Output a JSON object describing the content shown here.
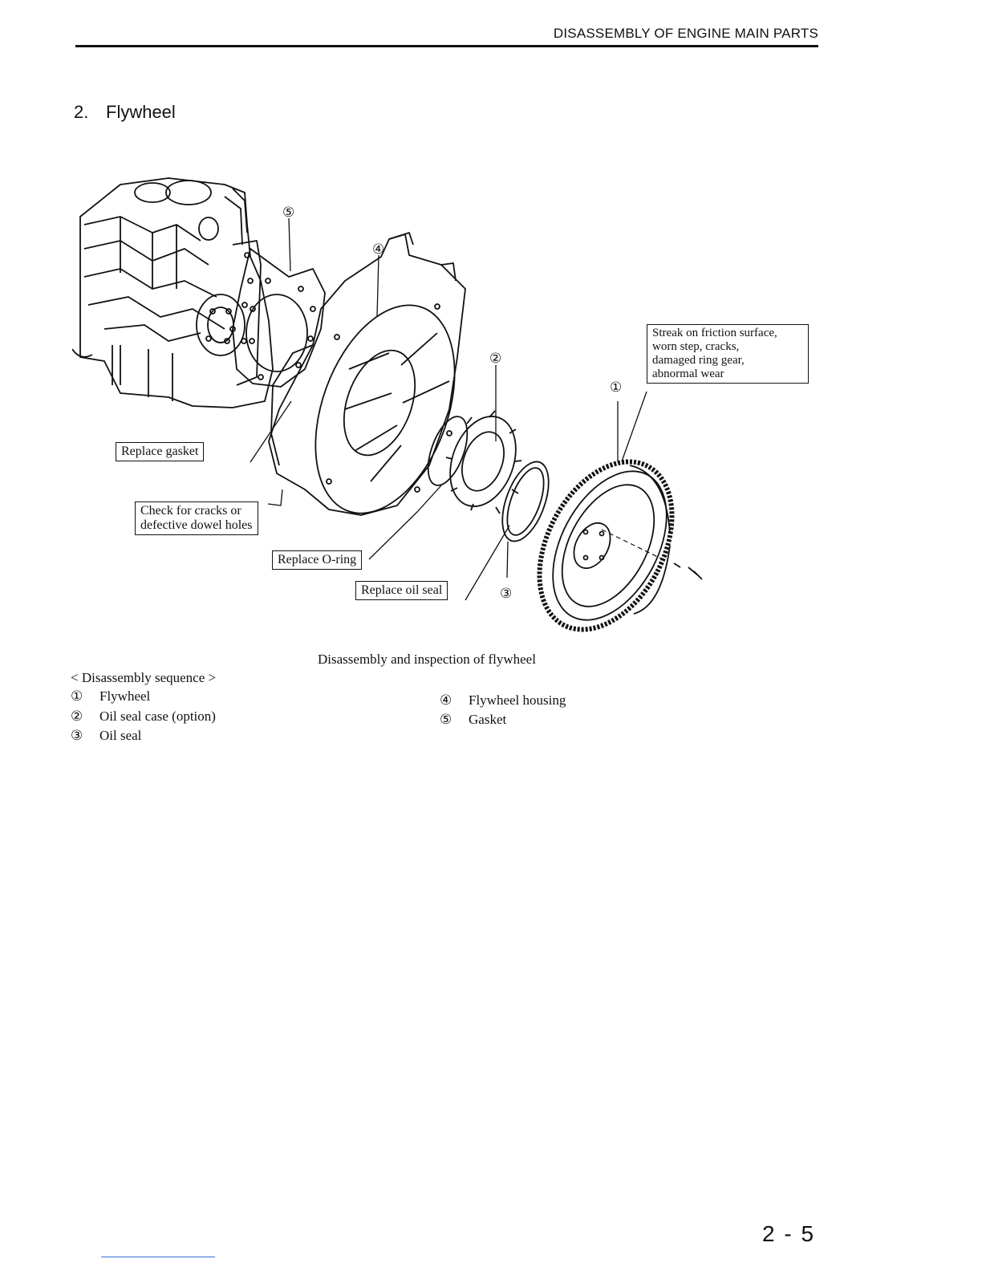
{
  "header": {
    "title": "DISASSEMBLY OF ENGINE MAIN PARTS"
  },
  "section": {
    "number": "2.",
    "title": "Flywheel"
  },
  "diagram": {
    "callouts": {
      "gasket": "Replace gasket",
      "cracks_line1": "Check for cracks or",
      "cracks_line2": "defective dowel holes",
      "oring": "Replace O-ring",
      "oilseal": "Replace oil seal",
      "flywheel_line1": "Streak on friction surface,",
      "flywheel_line2": "worn step, cracks,",
      "flywheel_line3": "damaged ring gear,",
      "flywheel_line4": "abnormal wear"
    },
    "markers": {
      "m1": "①",
      "m2": "②",
      "m3": "③",
      "m4": "④",
      "m5": "⑤"
    },
    "caption": "Disassembly and inspection of flywheel"
  },
  "sequence": {
    "heading": "< Disassembly sequence >",
    "items": [
      {
        "num": "①",
        "label": "Flywheel"
      },
      {
        "num": "②",
        "label": "Oil seal case (option)"
      },
      {
        "num": "③",
        "label": "Oil seal"
      },
      {
        "num": "④",
        "label": "Flywheel housing"
      },
      {
        "num": "⑤",
        "label": "Gasket"
      }
    ]
  },
  "footer": {
    "page_number": "2 - 5"
  }
}
